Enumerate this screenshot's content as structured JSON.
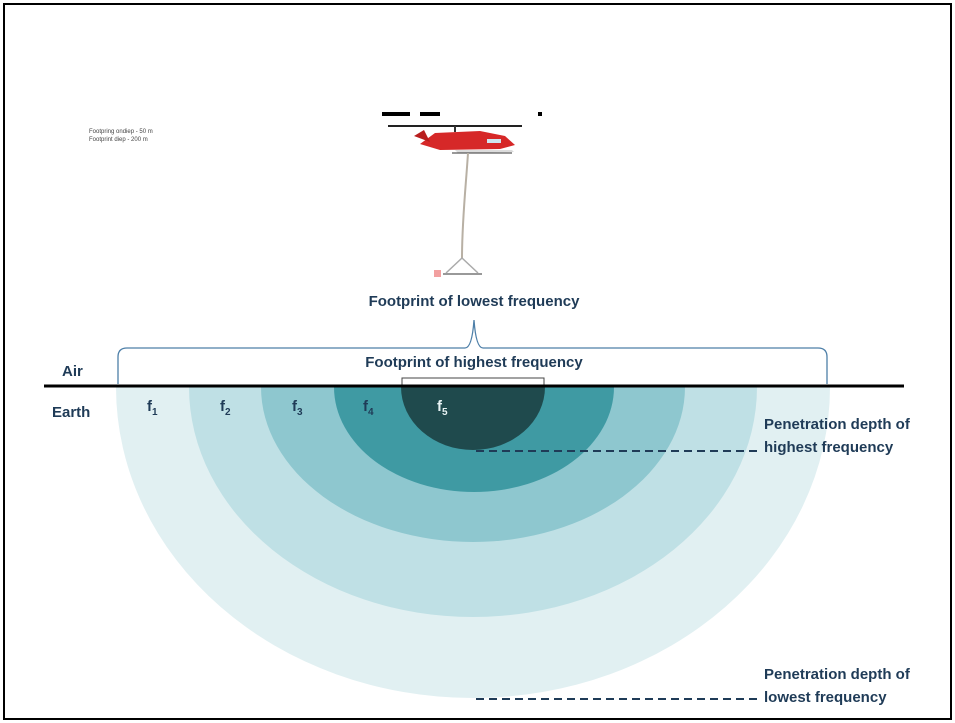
{
  "notes": [
    "Footpring ondiep - 50 m",
    "Footprint diep - 200 m"
  ],
  "labels": {
    "air": "Air",
    "earth": "Earth",
    "footprint_lowest": "Footprint of lowest frequency",
    "footprint_highest": "Footprint of highest frequency",
    "depth_highest_1": "Penetration depth of",
    "depth_highest_2": "highest frequency",
    "depth_lowest_1": "Penetration depth of",
    "depth_lowest_2": "lowest frequency"
  },
  "frequencies": [
    {
      "base": "f",
      "sub": "1"
    },
    {
      "base": "f",
      "sub": "2"
    },
    {
      "base": "f",
      "sub": "3"
    },
    {
      "base": "f",
      "sub": "4"
    },
    {
      "base": "f",
      "sub": "5"
    }
  ],
  "colors": {
    "f1": "#e1f0f2",
    "f2": "#bfe0e5",
    "f3": "#8ec7cf",
    "f4": "#3f9aa3",
    "f5": "#1f4a4d",
    "label_text": "#1f3b57",
    "helicopter_red": "#d62828"
  },
  "icons": [
    "helicopter-icon",
    "sensor-bird-icon"
  ]
}
